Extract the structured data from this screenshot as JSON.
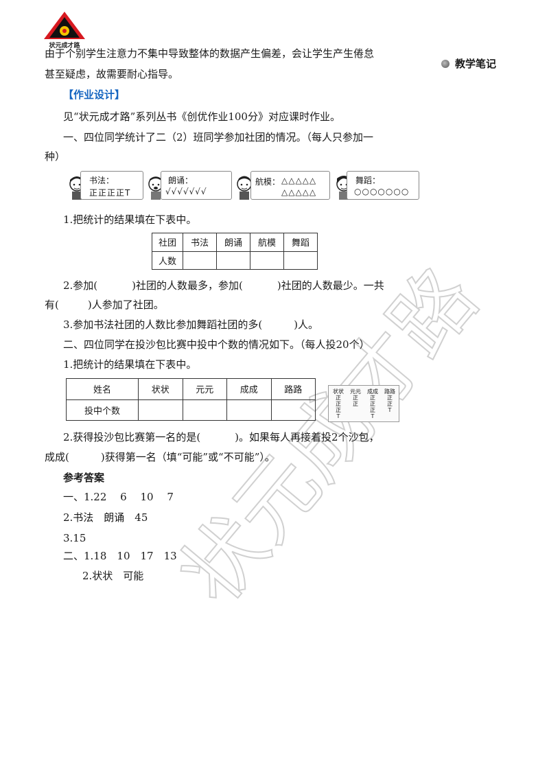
{
  "logo": {
    "text": "状元成才路"
  },
  "sidebar": {
    "note": "教学笔记"
  },
  "intro": {
    "line1": "由于个别学生注意力不集中导致整体的数据产生偏差，会让学生产生倦怠",
    "line2": "甚至疑虑，故需要耐心指导。"
  },
  "section": {
    "title": "【作业设计】"
  },
  "ref": "见“状元成才路”系列丛书《创优作业100分》对应课时作业。",
  "q1": {
    "line1": "一、四位同学统计了二（2）班同学参加社团的情况。（每人只参加一",
    "line2": "种）",
    "cards": [
      {
        "label": "书法：",
        "marks": "正正正正T"
      },
      {
        "label": "朗诵：",
        "marks": "√√√√√√√"
      },
      {
        "label": "航模：",
        "marks": "△△△△△",
        "marks2": "△△△△△"
      },
      {
        "label": "舞蹈：",
        "marks": "○○○○○○○"
      }
    ],
    "sub1": "1.把统计的结果填在下表中。",
    "table": {
      "headers": [
        "社团",
        "书法",
        "朗诵",
        "航模",
        "舞蹈"
      ],
      "row_label": "人数"
    },
    "sub2a": "2.参加(",
    "sub2b": ")社团的人数最多，参加(",
    "sub2c": ")社团的人数最少。一共",
    "sub2d": "有(",
    "sub2e": ")人参加了社团。",
    "sub3a": "3.参加书法社团的人数比参加舞蹈社团的多(",
    "sub3b": ")人。"
  },
  "q2": {
    "line1": "二、四位同学在投沙包比赛中投中个数的情况如下。（每人投20个）",
    "sub1": "1.把统计的结果填在下表中。",
    "table": {
      "headers": [
        "姓名",
        "状状",
        "元元",
        "成成",
        "路路"
      ],
      "row_label": "投中个数"
    },
    "scoreboard": [
      {
        "name": "状状",
        "tally": "正\n正\n正\nT"
      },
      {
        "name": "元元",
        "tally": "正\n正"
      },
      {
        "name": "成成",
        "tally": "正\n正\n正\nT"
      },
      {
        "name": "路路",
        "tally": "正\n正\nT"
      }
    ],
    "sub2a": "2.获得投沙包比赛第一名的是(",
    "sub2b": ")。如果每人再接着投2个沙包，",
    "sub2c": "成成(",
    "sub2d": ")获得第一名（填“可能”或“不可能”）。"
  },
  "answers": {
    "title": "参考答案",
    "l1": "一、1.22　 6　 10　 7",
    "l2": "2.书法　朗诵　45",
    "l3": "3.15",
    "l4": "二、1.18　10　17　13",
    "l5": "2.状状　可能"
  },
  "watermark": {
    "text": "状元成才路"
  }
}
